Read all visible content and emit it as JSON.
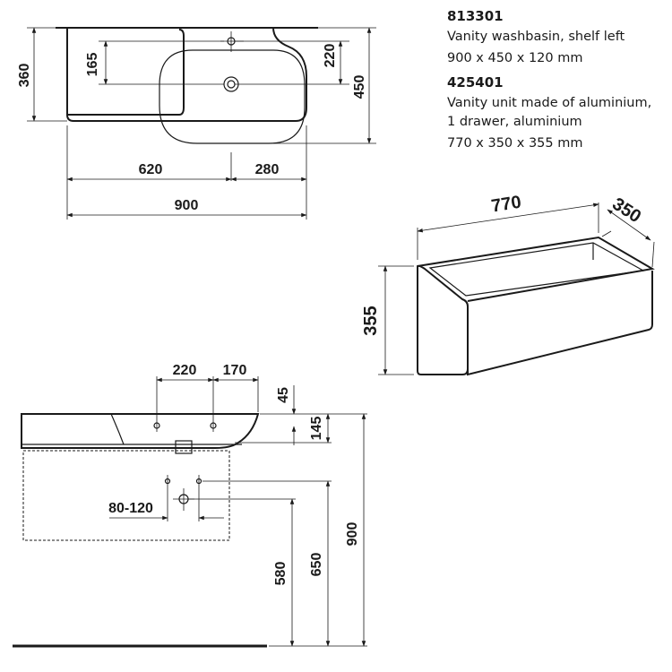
{
  "products": [
    {
      "code": "813301",
      "lines": [
        "Vanity washbasin, shelf left",
        "900 x 450 x 120 mm"
      ]
    },
    {
      "code": "425401",
      "lines": [
        "Vanity unit made of aluminium,",
        "1 drawer, aluminium",
        "770 x 350 x 355 mm"
      ]
    }
  ],
  "top_view": {
    "d360": "360",
    "d165": "165",
    "d220": "220",
    "d450": "450",
    "d620": "620",
    "d280": "280",
    "d900": "900"
  },
  "unit_view": {
    "d770": "770",
    "d350": "350",
    "d355": "355"
  },
  "side_view": {
    "d220": "220",
    "d170": "170",
    "d45": "45",
    "d145": "145",
    "d80_120": "80-120",
    "d580": "580",
    "d650": "650",
    "d900": "900"
  }
}
